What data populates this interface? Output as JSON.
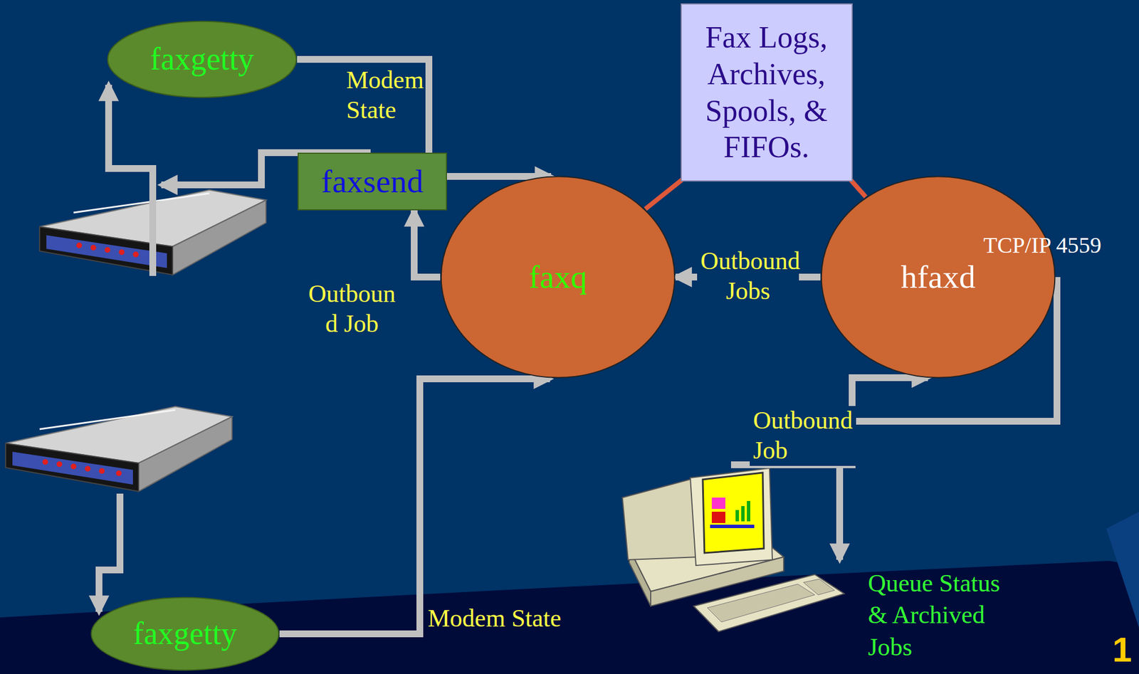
{
  "diagram": {
    "nodes": [
      {
        "text": [
          "faxgetty"
        ]
      },
      {
        "text": [
          "faxsend"
        ]
      },
      {
        "text": [
          "Fax Logs, Archives, Spools, & FIFOs."
        ]
      },
      {
        "text": [
          "faxq"
        ]
      },
      {
        "text": [
          "hfaxd"
        ]
      },
      {
        "text": [
          "faxgetty"
        ]
      }
    ],
    "edges": [
      {
        "from": 0,
        "to": 1,
        "label": "Modem State",
        "arrow": "none"
      },
      {
        "from": 1,
        "to": 3,
        "arrow": "to"
      },
      {
        "from": 3,
        "to": 1,
        "label": "Outboun d Job",
        "arrow": "to"
      },
      {
        "from": 4,
        "to": 3,
        "label": "Outbound Jobs",
        "arrow": "to"
      },
      {
        "from": 5,
        "to": 3,
        "label": "Modem State",
        "arrow": "to"
      },
      {
        "from": 3,
        "to": 2,
        "arrow": "none"
      },
      {
        "from": 4,
        "to": 2,
        "arrow": "none"
      }
    ],
    "labels": [
      "TCP/IP 4559",
      "Outbound Job",
      "Queue Status & Archived Jobs",
      "1"
    ]
  }
}
